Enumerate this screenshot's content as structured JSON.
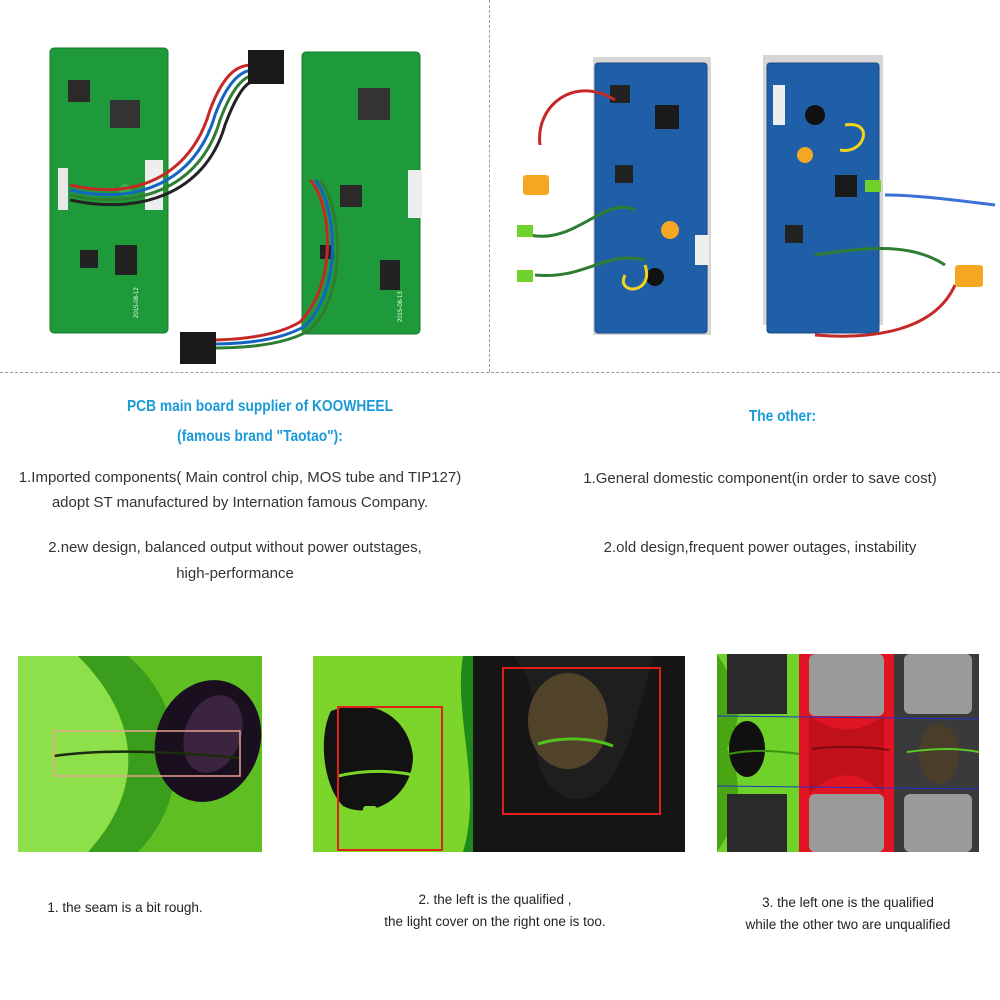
{
  "left_section": {
    "title_line1": "PCB main board supplier of KOOWHEEL",
    "title_line2": "(famous brand \"Taotao\"):",
    "point1_line1": "1.Imported components( Main  control chip, MOS tube and TIP127)",
    "point1_line2": "adopt ST manufactured by Internation famous Company.",
    "point2_line1": "2.new design, balanced output without power outstages,",
    "point2_line2": "high-performance"
  },
  "right_section": {
    "title": "The other:",
    "point1": "1.General domestic component(in order to save cost)",
    "point2": "2.old design,frequent power outages, instability"
  },
  "pcb_left_labels": {
    "board1_code": "2015-08-12",
    "board2_code": "2015-08-13"
  },
  "captions": {
    "c1": "1.    the seam is a bit rough.",
    "c2_line1": "2.    the left is the qualified ,",
    "c2_line2": "the light cover on the right one is too.",
    "c3_line1": "3.    the left one is the qualified",
    "c3_line2": "while  the other two are unqualified"
  },
  "colors": {
    "heading_blue": "#1a9ad8",
    "pcb_green": "#1f9a3a",
    "pcb_blue": "#1f5fa8",
    "hoverboard_green": "#6fd22a",
    "hoverboard_red": "#e01422",
    "highlight_box": "#e0201a"
  }
}
